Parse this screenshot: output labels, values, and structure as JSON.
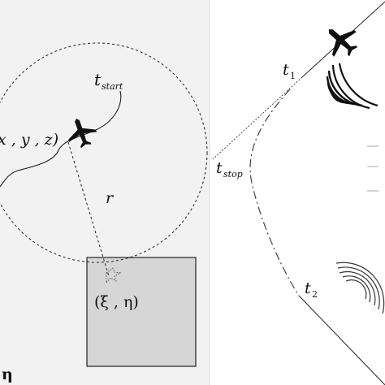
{
  "left_panel": {
    "labels": {
      "t_start_main": "t",
      "t_start_sub": "start",
      "position": "x , y , z)",
      "distance": "r",
      "ground_point": "(ξ , η)",
      "corner_symbol": "η"
    }
  },
  "right_panel": {
    "labels": {
      "t1_main": "t",
      "t1_sub": "1",
      "t_stop_main": "t",
      "t_stop_sub": "stop",
      "t2_main": "t",
      "t2_sub": "2"
    }
  },
  "icons": [
    "airplane-icon",
    "sound-waves-icon"
  ],
  "colors": {
    "left_background": "#f2f2f2",
    "receiver_area": "#d6d6d6",
    "stroke": "#111111"
  }
}
